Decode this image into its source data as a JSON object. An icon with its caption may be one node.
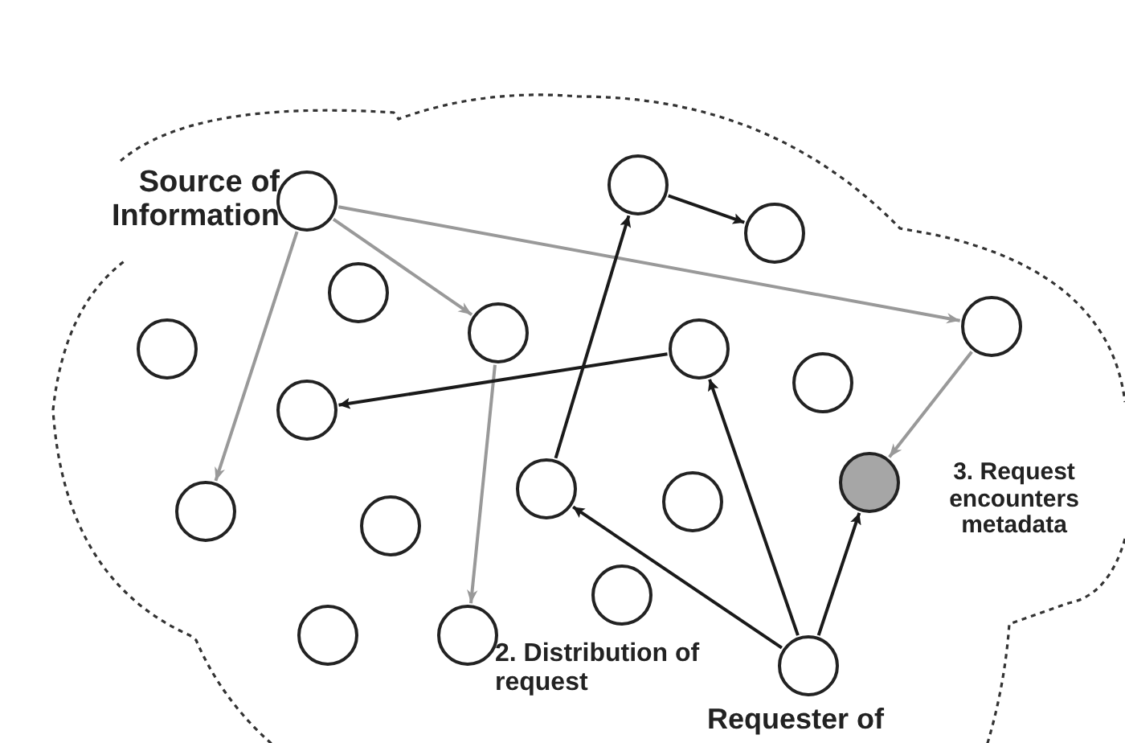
{
  "diagram": {
    "nodes": [
      {
        "text": [],
        "shape": "cloud"
      },
      {
        "text": [],
        "shape": "circle",
        "in": 0,
        "beside": [
          "Source of Information"
        ]
      },
      {
        "text": [],
        "shape": "circle",
        "in": 0
      },
      {
        "text": [],
        "shape": "circle",
        "in": 0
      },
      {
        "text": [],
        "shape": "circle",
        "in": 0
      },
      {
        "text": [],
        "shape": "circle",
        "in": 0
      },
      {
        "text": [],
        "shape": "circle",
        "in": 0
      },
      {
        "text": [],
        "shape": "circle",
        "in": 0
      },
      {
        "text": [],
        "shape": "circle",
        "in": 0
      },
      {
        "text": [],
        "shape": "circle",
        "in": 0
      },
      {
        "text": [],
        "shape": "circle",
        "in": 0
      },
      {
        "text": [],
        "shape": "circle",
        "in": 0
      },
      {
        "text": [],
        "shape": "circle",
        "in": 0
      },
      {
        "text": [],
        "shape": "circle",
        "in": 0
      },
      {
        "text": [],
        "shape": "circle",
        "in": 0
      },
      {
        "text": [],
        "shape": "circle",
        "in": 0,
        "beside": [
          "3. Request encounters metadata"
        ]
      },
      {
        "text": [],
        "shape": "circle",
        "in": 0
      },
      {
        "text": [],
        "shape": "circle",
        "in": 0
      },
      {
        "text": [],
        "shape": "circle",
        "in": 0
      },
      {
        "text": [],
        "shape": "circle",
        "in": 0,
        "beside": [
          "2. Distribution of request",
          "Requester of"
        ]
      }
    ],
    "edges": [
      {
        "from": 1,
        "to": 11,
        "arrow": "to",
        "color": "#999999"
      },
      {
        "from": 1,
        "to": 5,
        "arrow": "to",
        "color": "#999999"
      },
      {
        "from": 1,
        "to": 6,
        "arrow": "to",
        "color": "#999999"
      },
      {
        "from": 5,
        "to": 18,
        "arrow": "to",
        "color": "#999999"
      },
      {
        "from": 6,
        "to": 15,
        "arrow": "to",
        "color": "#999999"
      },
      {
        "from": 2,
        "to": 3,
        "arrow": "to"
      },
      {
        "from": 12,
        "to": 2,
        "arrow": "to"
      },
      {
        "from": 8,
        "to": 10,
        "arrow": "to"
      },
      {
        "from": 19,
        "to": 12,
        "arrow": "to"
      },
      {
        "from": 19,
        "to": 8,
        "arrow": "to"
      },
      {
        "from": 19,
        "to": 15,
        "arrow": "to"
      }
    ]
  }
}
